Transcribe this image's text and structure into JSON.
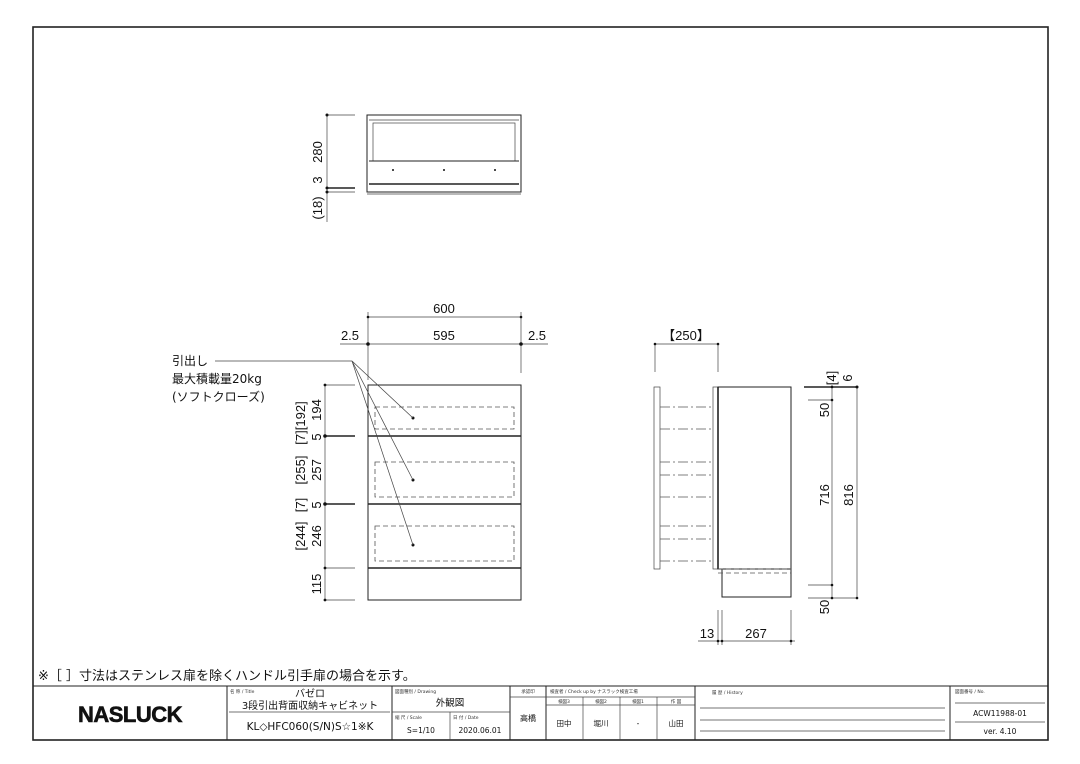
{
  "note": "※［ ］寸法はステンレス扉を除くハンドル引手扉の場合を示す。",
  "top_view": {
    "dims": [
      "280",
      "3",
      "(18)"
    ]
  },
  "front_view": {
    "width_total": "600",
    "width_inner": "595",
    "side_gap_left": "2.5",
    "side_gap_right": "2.5",
    "callout": [
      "引出し",
      "最大積載量20kg",
      "(ソフトクローズ)"
    ],
    "heights": [
      "194",
      "5",
      "257",
      "5",
      "246",
      "115"
    ],
    "bracket_heights": [
      "[7][192]",
      "[255]",
      "[7]",
      "[244]"
    ]
  },
  "side_view": {
    "drawer_extension": "【250】",
    "right_dims": [
      "[4]",
      "6",
      "50",
      "716",
      "816",
      "50"
    ],
    "bottom_dims": [
      "13",
      "267"
    ]
  },
  "title_block": {
    "logo": "NASLUCK",
    "title_label": "名 称 / Title",
    "title": "バゼロ",
    "subtitle": "3段引出背面収納キャビネット",
    "model": "KL◇HFC060(S/N)S☆1※K",
    "drawing_label": "図面種別 / Drawing",
    "drawing": "外観図",
    "scale_label": "縮 尺 / Scale",
    "scale": "S=1/10",
    "date_label": "日 付 / Date",
    "date": "2020.06.01",
    "approval_label": "承認印",
    "approver": "高橋",
    "check_label": "検査者 / Check up by ナスラック検査工場",
    "checkers": [
      {
        "role": "検図3",
        "name": "田中"
      },
      {
        "role": "検図2",
        "name": "堀川"
      },
      {
        "role": "検図1",
        "name": "-"
      },
      {
        "role": "作 図",
        "name": "山田"
      }
    ],
    "history_label": "履 歴 / History",
    "number_label": "図面番号 / No.",
    "number": "ACW11988-01",
    "version": "ver. 4.10"
  }
}
